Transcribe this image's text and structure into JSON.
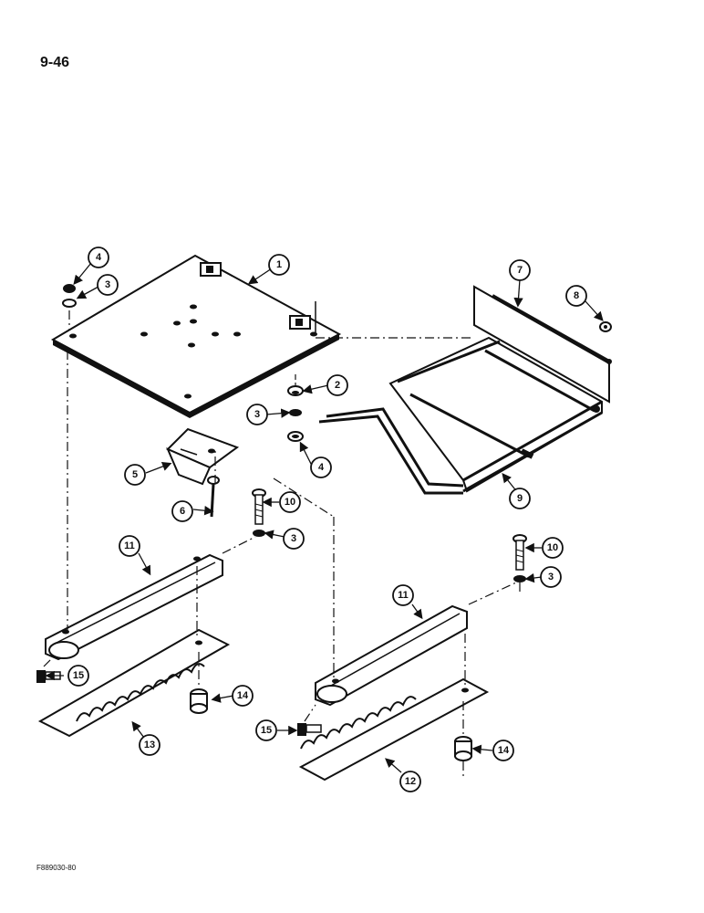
{
  "header": {
    "page_number": "9-46"
  },
  "footer": {
    "figure_code": "F889030-80"
  },
  "diagram": {
    "callouts": [
      {
        "id": "c1",
        "number": "1"
      },
      {
        "id": "c2",
        "number": "2"
      },
      {
        "id": "c3a",
        "number": "3"
      },
      {
        "id": "c3b",
        "number": "3"
      },
      {
        "id": "c3c",
        "number": "3"
      },
      {
        "id": "c3d",
        "number": "3"
      },
      {
        "id": "c4a",
        "number": "4"
      },
      {
        "id": "c4b",
        "number": "4"
      },
      {
        "id": "c5",
        "number": "5"
      },
      {
        "id": "c6",
        "number": "6"
      },
      {
        "id": "c7",
        "number": "7"
      },
      {
        "id": "c8",
        "number": "8"
      },
      {
        "id": "c9",
        "number": "9"
      },
      {
        "id": "c10a",
        "number": "10"
      },
      {
        "id": "c10b",
        "number": "10"
      },
      {
        "id": "c11a",
        "number": "11"
      },
      {
        "id": "c11b",
        "number": "11"
      },
      {
        "id": "c12",
        "number": "12"
      },
      {
        "id": "c13",
        "number": "13"
      },
      {
        "id": "c14a",
        "number": "14"
      },
      {
        "id": "c14b",
        "number": "14"
      },
      {
        "id": "c15a",
        "number": "15"
      },
      {
        "id": "c15b",
        "number": "15"
      }
    ]
  }
}
